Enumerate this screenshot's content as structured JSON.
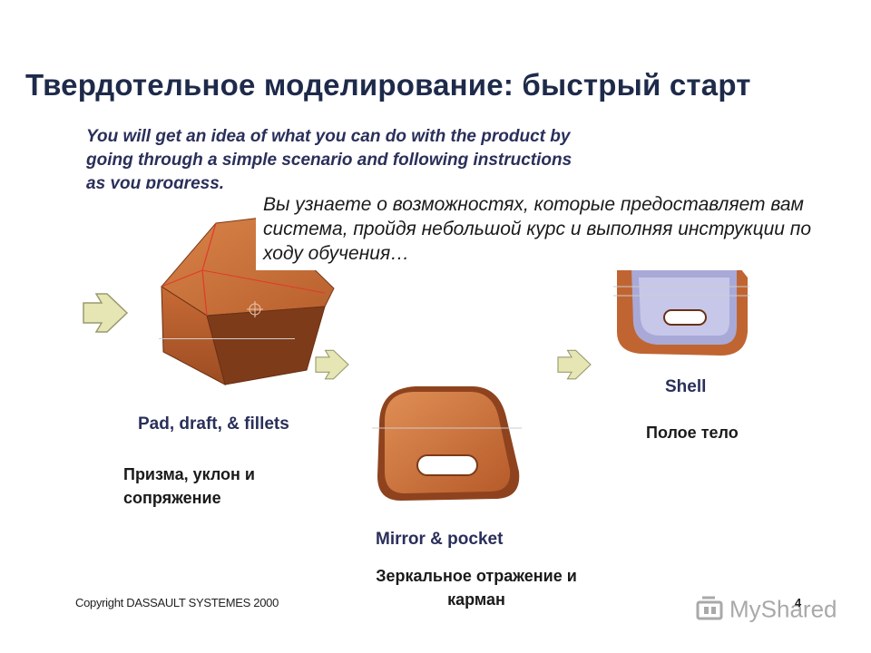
{
  "slide": {
    "title": "Твердотельное моделирование: быстрый старт",
    "intro_en": "You will get an idea of what you can do with the product by going through a simple scenario and following instructions as you progress.",
    "intro_ru": "Вы узнаете о возможностях, которые предоставляет вам система, пройдя небольшой курс и выполняя инструкции по ходу обучения…"
  },
  "steps": [
    {
      "label_en": "Pad, draft, & fillets",
      "label_ru": "Призма, уклон и сопряжение"
    },
    {
      "label_en": "Mirror & pocket",
      "label_ru": "Зеркальное отражение и карман"
    },
    {
      "label_en": "Shell",
      "label_ru": "Полое тело"
    }
  ],
  "footer": {
    "copyright": "Copyright DASSAULT SYSTEMES 2000",
    "page_number": "4",
    "watermark": "MyShared"
  },
  "icons": {
    "arrow": "arrow-right-icon",
    "part": "3d-part-icon",
    "watermark": "myshared-logo-icon"
  },
  "colors": {
    "title": "#1e2a4a",
    "part_orange": "#c96a34",
    "part_dark": "#8a4220",
    "shell_inner": "#a9a9d8",
    "arrow_fill": "#e6e6b4"
  }
}
